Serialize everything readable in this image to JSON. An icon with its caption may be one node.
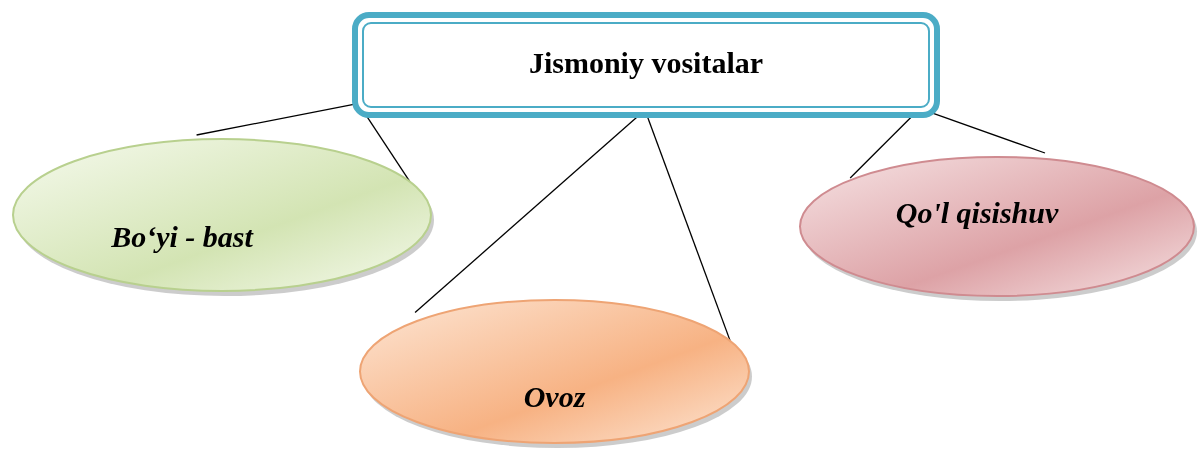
{
  "diagram": {
    "nodes": [
      {
        "text": [
          "Jismoniy vositalar"
        ]
      },
      {
        "text": [
          "Bo‘yi - bast"
        ]
      },
      {
        "text": [
          "Qo'l qisishuv"
        ]
      },
      {
        "text": [
          "Ovoz"
        ]
      }
    ],
    "edges": [
      {
        "from": 0,
        "to": 1,
        "arrow": "none"
      },
      {
        "from": 0,
        "to": 1,
        "arrow": "none"
      },
      {
        "from": 0,
        "to": 3,
        "arrow": "none"
      },
      {
        "from": 0,
        "to": 3,
        "arrow": "none"
      },
      {
        "from": 0,
        "to": 2,
        "arrow": "none"
      },
      {
        "from": 0,
        "to": 2,
        "arrow": "none"
      }
    ]
  }
}
